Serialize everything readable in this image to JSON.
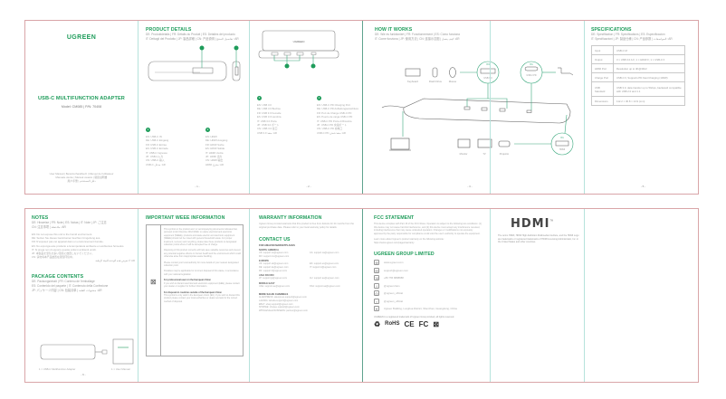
{
  "cover": {
    "logo": "UGREEN",
    "title": "USB-C MULTIFUNCTION ADAPTER",
    "model": "Model: CM085 | P/N: 70408",
    "manual_langs": [
      "User Manual  |  Benutzerhandbuch  |  Manuel de l'utilisateur",
      "Manuale utente  |  Manual usuario  |  取扱説明書",
      "用户手册  |  دليل المستخدم"
    ]
  },
  "product_details": {
    "heading": "PRODUCT DETAILS",
    "sub1": "DE: Produktdetails | FR: Détails du Produit | ES: Detalles del producto",
    "sub2": "IT: Dettagli del Prodotto | JP: 製品詳細 | CN: 产品说明 | تفاصيل المنتج :AR",
    "callouts": [
      "1",
      "2"
    ],
    "col1_head": "1",
    "col1": [
      "EN: USB-C IN",
      "DE: USB-C Eingang",
      "FR: USB-C Entrée",
      "ES: USB-C Entrada",
      "IT: USB-C Ingresso",
      "JP: USB-C入力",
      "CN: USB-C 输入",
      "USB-C مدخل :AR"
    ],
    "col2_head": "2",
    "col2": [
      "EN: HDMI",
      "DE: HDMI Ausgang",
      "FR: HDMI Sortie",
      "ES: HDMI Salida",
      "IT: HDMI Uscita",
      "JP: HDMI 出力",
      "CN: HDMI 输出",
      "HDMI مخرج :AR"
    ],
    "page": "- 1 -"
  },
  "ports": {
    "device_label": "UGREEN",
    "callouts": [
      "3",
      "4"
    ],
    "col1_head": "3",
    "col1": [
      "EN: USB 3.0",
      "DE: USB 3.0 Buchse",
      "FR: USB 3.0 Femelle",
      "ES: USB 3.0 Hembra",
      "IT: USB 3.0 Porta",
      "JP: USB 3.0 ポート",
      "CN: USB 3.0 接口",
      "USB 3.0 منفذ :AR"
    ],
    "col2_head": "4",
    "col2": [
      "EN: USB-C PD Charging Port",
      "DE: USB-C PD Aufladungsanschluss",
      "FR: Port de Charge USB-C PD",
      "ES: Puerto de carga USB-C PD",
      "IT: USB-C PD Porta di Ricarica",
      "JP: USB-C PD 充電ポート",
      "CN: USB-C PD 充电口",
      "USB-C PD منفذ شحن :AR"
    ],
    "page": "- 2 -"
  },
  "how_it_works": {
    "heading": "HOW IT WORKS",
    "sub1": "DE: Wie es funktioniert | FR: Fonctionnement | ES: Cómo funciona",
    "sub2": "IT: Come funziona | JP: 使用方法 | CN: 连接示意图 | كيف يعمل :AR",
    "devices_left": [
      "Keyboard",
      "Flash Drive",
      "Mouse"
    ],
    "usb_bubble": {
      "count": "X3",
      "label": "USB 3.0"
    },
    "pd_bubble": {
      "count": "X1",
      "label": "USB-C PD Charging Port"
    },
    "hdmi_bubble": {
      "count": "X1",
      "label": "HDMI"
    },
    "displays": [
      "Monitor",
      "TV",
      "Projector"
    ],
    "page": "- 3 -"
  },
  "specifications": {
    "heading": "SPECIFICATIONS",
    "sub1": "DE: Spezifikation | FR: Spécifications | ES: Especificación",
    "sub2": "IT: Specificazioni | JP: 製品仕様 | CN: 产品参数 | المواصفات :AR",
    "rows": [
      {
        "label": "Input",
        "value": "USB-C M"
      },
      {
        "label": "Output",
        "value": "3 × USB 3.0 A F; 1 × HDMI F; 1 × USB-C F"
      },
      {
        "label": "HDMI Port",
        "value": "Resolution up to 4K@30Hz"
      },
      {
        "label": "Charge Port",
        "value": "USB-C F, Supports PD Fast Charging (100W)"
      },
      {
        "label": "USB Standard",
        "value": "USB 3.0, data transfer up to 5Gbps, backward compatible with USB 2.0 and 1.1"
      },
      {
        "label": "Dimensions",
        "value": "112.2 × 30.8 × 14.9 (mm)"
      }
    ],
    "page": "- 5 -"
  },
  "notes": {
    "heading": "NOTES",
    "sub1": "DE: Hinweise | FR: Note | ES: Notas | IT: Note | JP: ご注意",
    "sub2": "CN: 注意事项 | ملاحظة :AR",
    "items": [
      "EN: Do not expose this unit to the humid environment.",
      "DE: Setzen Sie dieses Gerät keiner feuchten Umgebung aus.",
      "FR: N'exposez pas cet appareil dans un environnement humide.",
      "ES: No exponga este producto a la temperatura ambiente en ambientes húmedos.",
      "IT: Si prega non di esporre questa unità in ambienti umidi.",
      "JP: 本製品を湿気の多い環境に放置しないでください。",
      "CN: 请勿将本产品放置在潮湿环境中。",
      "لا تعرض هذه الوحدة للبيئة الرطبة :AR"
    ]
  },
  "package_contents": {
    "heading": "PACKAGE CONTENTS",
    "sub1": "DE: Packungsinhalt | FR: Contenu de l'emballage",
    "sub2": "ES: Contenido del paquete | IT: Contenuto della Confezione",
    "sub3": "JP: パッケージ内容 | CN: 包装清单 | محتويات العلبة :AR",
    "items": [
      "1 × USB-C Multifunction Adapter",
      "1 × User Manual"
    ],
    "page": "- 6 -"
  },
  "weee": {
    "heading": "IMPORTANT WEEE INFORMATION",
    "p1": "This symbol on the product and / or accompanying documents indicates that, pursuant to EU Directive 2012/19/EU on waste electrical and electronic equipment (WEEE), products and waste electric and electronic equipment (WEEE) should not be mixed with general household waste. For proper treatment, recovery and recycling, please take these products to designated collection points where it will be accepted free of charge.",
    "p2": "Disposing of this product correctly will help save valuable resources and prevent any potential negative effects on human health and the environment which could otherwise arise from inappropriate waste handling.",
    "p3": "Please contact your local authority for more details of your nearest designated collection point.",
    "p4": "Penalties may be applicable for incorrect disposal of this waste, in accordance with your national legislation.",
    "h2": "For professional users in the European Union",
    "p5": "If you wish to discard electrical and electronic equipment (EEE), please contact your dealer or supplier for further information.",
    "h3": "For disposal in countries outside of the European Union",
    "p6": "This symbol is only valid in the European Union (EU). If you wish to discard this product please contact your local authorities or dealer and ask for the correct method of disposal."
  },
  "warranty": {
    "heading": "WARRANTY INFORMATION",
    "text": "Ugreen Group Limited warrants that this product is free from defects for 24 months from the original purchase date. Please refer to your local warranty policy for details.",
    "contact_heading": "CONTACT US",
    "marketplaces": "FOR AMAZON MARKETPLACES",
    "regions": [
      {
        "name": "NORTH AMERICA",
        "lines": [
          "US: support.us@ugreen.com",
          "CA: support.ca@ugreen.com",
          "MX: support.mx@ugreen.com"
        ]
      },
      {
        "name": "EUROPE",
        "lines": [
          "UK: support.uk@ugreen.com",
          "DE: support.de@ugreen.com",
          "FR: support.fr@ugreen.com",
          "ES: support.es@ugreen.com",
          "IT: support.it@ugreen.com"
        ]
      },
      {
        "name": "ASIA PACIFIC",
        "lines": [
          "JP: support.jp@ugreen.com",
          "AU: support.au@ugreen.com"
        ]
      },
      {
        "name": "MIDDLE EAST",
        "lines": [
          "UAE: support.ae@ugreen.com",
          "KSA: support.sa@ugreen.com"
        ]
      }
    ],
    "more_heading": "MORE SALES CHANNELS",
    "more": [
      "ALIEXPRESS: aliexpress.support@ugreen.com",
      "LAZADA: lazada.support@ugreen.com",
      "EBAY: ebay.support@ugreen.com",
      "SHOPEE: shopee.support@ugreen.com",
      "WHOLESALE BUSINESS: partner@ugreen.com"
    ]
  },
  "fcc": {
    "heading": "FCC STATEMENT",
    "p1": "This device complies with Part 15 of the FCC Rules. Operation is subject to the following two conditions: (1) this device may not cause harmful interference, and (2) this device must accept any interference received, including interference that may cause undesired operation. Changes or modifications not expressly approved by the party responsible for compliance could void the user's authority to operate the equipment.",
    "p2": "Learn more about Ugreen's product warranty on the following website: https://www.ugreen.com/pages/warranty",
    "company_heading": "UGREEN GROUP LIMITED",
    "contacts": [
      {
        "icon": "globe-icon",
        "glyph": "⊕",
        "text": "www.ugreen.com"
      },
      {
        "icon": "email-icon",
        "glyph": "✉",
        "text": "support@ugreen.com"
      },
      {
        "icon": "phone-icon",
        "glyph": "☏",
        "text": "+86 755 8888888"
      },
      {
        "icon": "facebook-icon",
        "glyph": "f",
        "text": "@ugreen.fans"
      },
      {
        "icon": "instagram-icon",
        "glyph": "◎",
        "text": "@ugreen_official"
      },
      {
        "icon": "twitter-icon",
        "glyph": "t",
        "text": "@ugreen_official"
      },
      {
        "icon": "location-icon",
        "glyph": "⌖",
        "text": "Ugreen Building, Longhua District, Shenzhen, Guangdong, China"
      }
    ],
    "trademark": "UGREEN is a registered trademark of Ugreen Group Limited, all rights reserved.",
    "certs": [
      "♻",
      "RoHS",
      "CE",
      "FC",
      "⊠"
    ]
  },
  "hdmi": {
    "logo": "HDMI",
    "tm": "TM",
    "text": "The terms HDMI, HDMI High-Definition Multimedia Interface, and the HDMI Logo are trademarks or registered trademarks of HDMI Licensing Administrator, Inc. in the United States and other countries."
  }
}
